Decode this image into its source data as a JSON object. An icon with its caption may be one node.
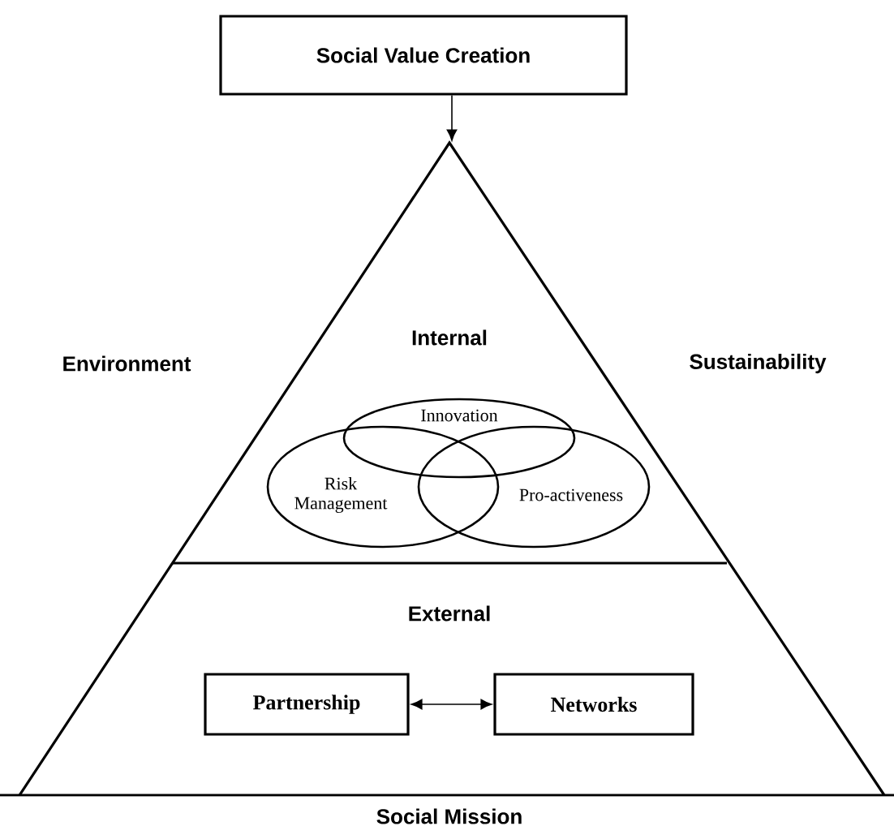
{
  "diagram": {
    "nodes": [
      {
        "text": [
          "Social Value Creation"
        ]
      },
      {
        "text": [],
        "shape": "triangle"
      },
      {
        "text": [
          "Innovation"
        ],
        "in": 1
      },
      {
        "text": [
          "Risk Management"
        ],
        "in": 1
      },
      {
        "text": [
          "Pro-activeness"
        ],
        "in": 1
      },
      {
        "text": [
          "Partnership"
        ],
        "in": 1
      },
      {
        "text": [
          "Networks"
        ],
        "in": 1
      }
    ],
    "edges": [
      {
        "from": 0,
        "to": 1,
        "arrow": "to"
      },
      {
        "from": 5,
        "to": 6,
        "arrow": "both"
      }
    ],
    "labels": [
      "Internal",
      "Environment",
      "Sustainability",
      "External",
      "Social Mission"
    ]
  }
}
